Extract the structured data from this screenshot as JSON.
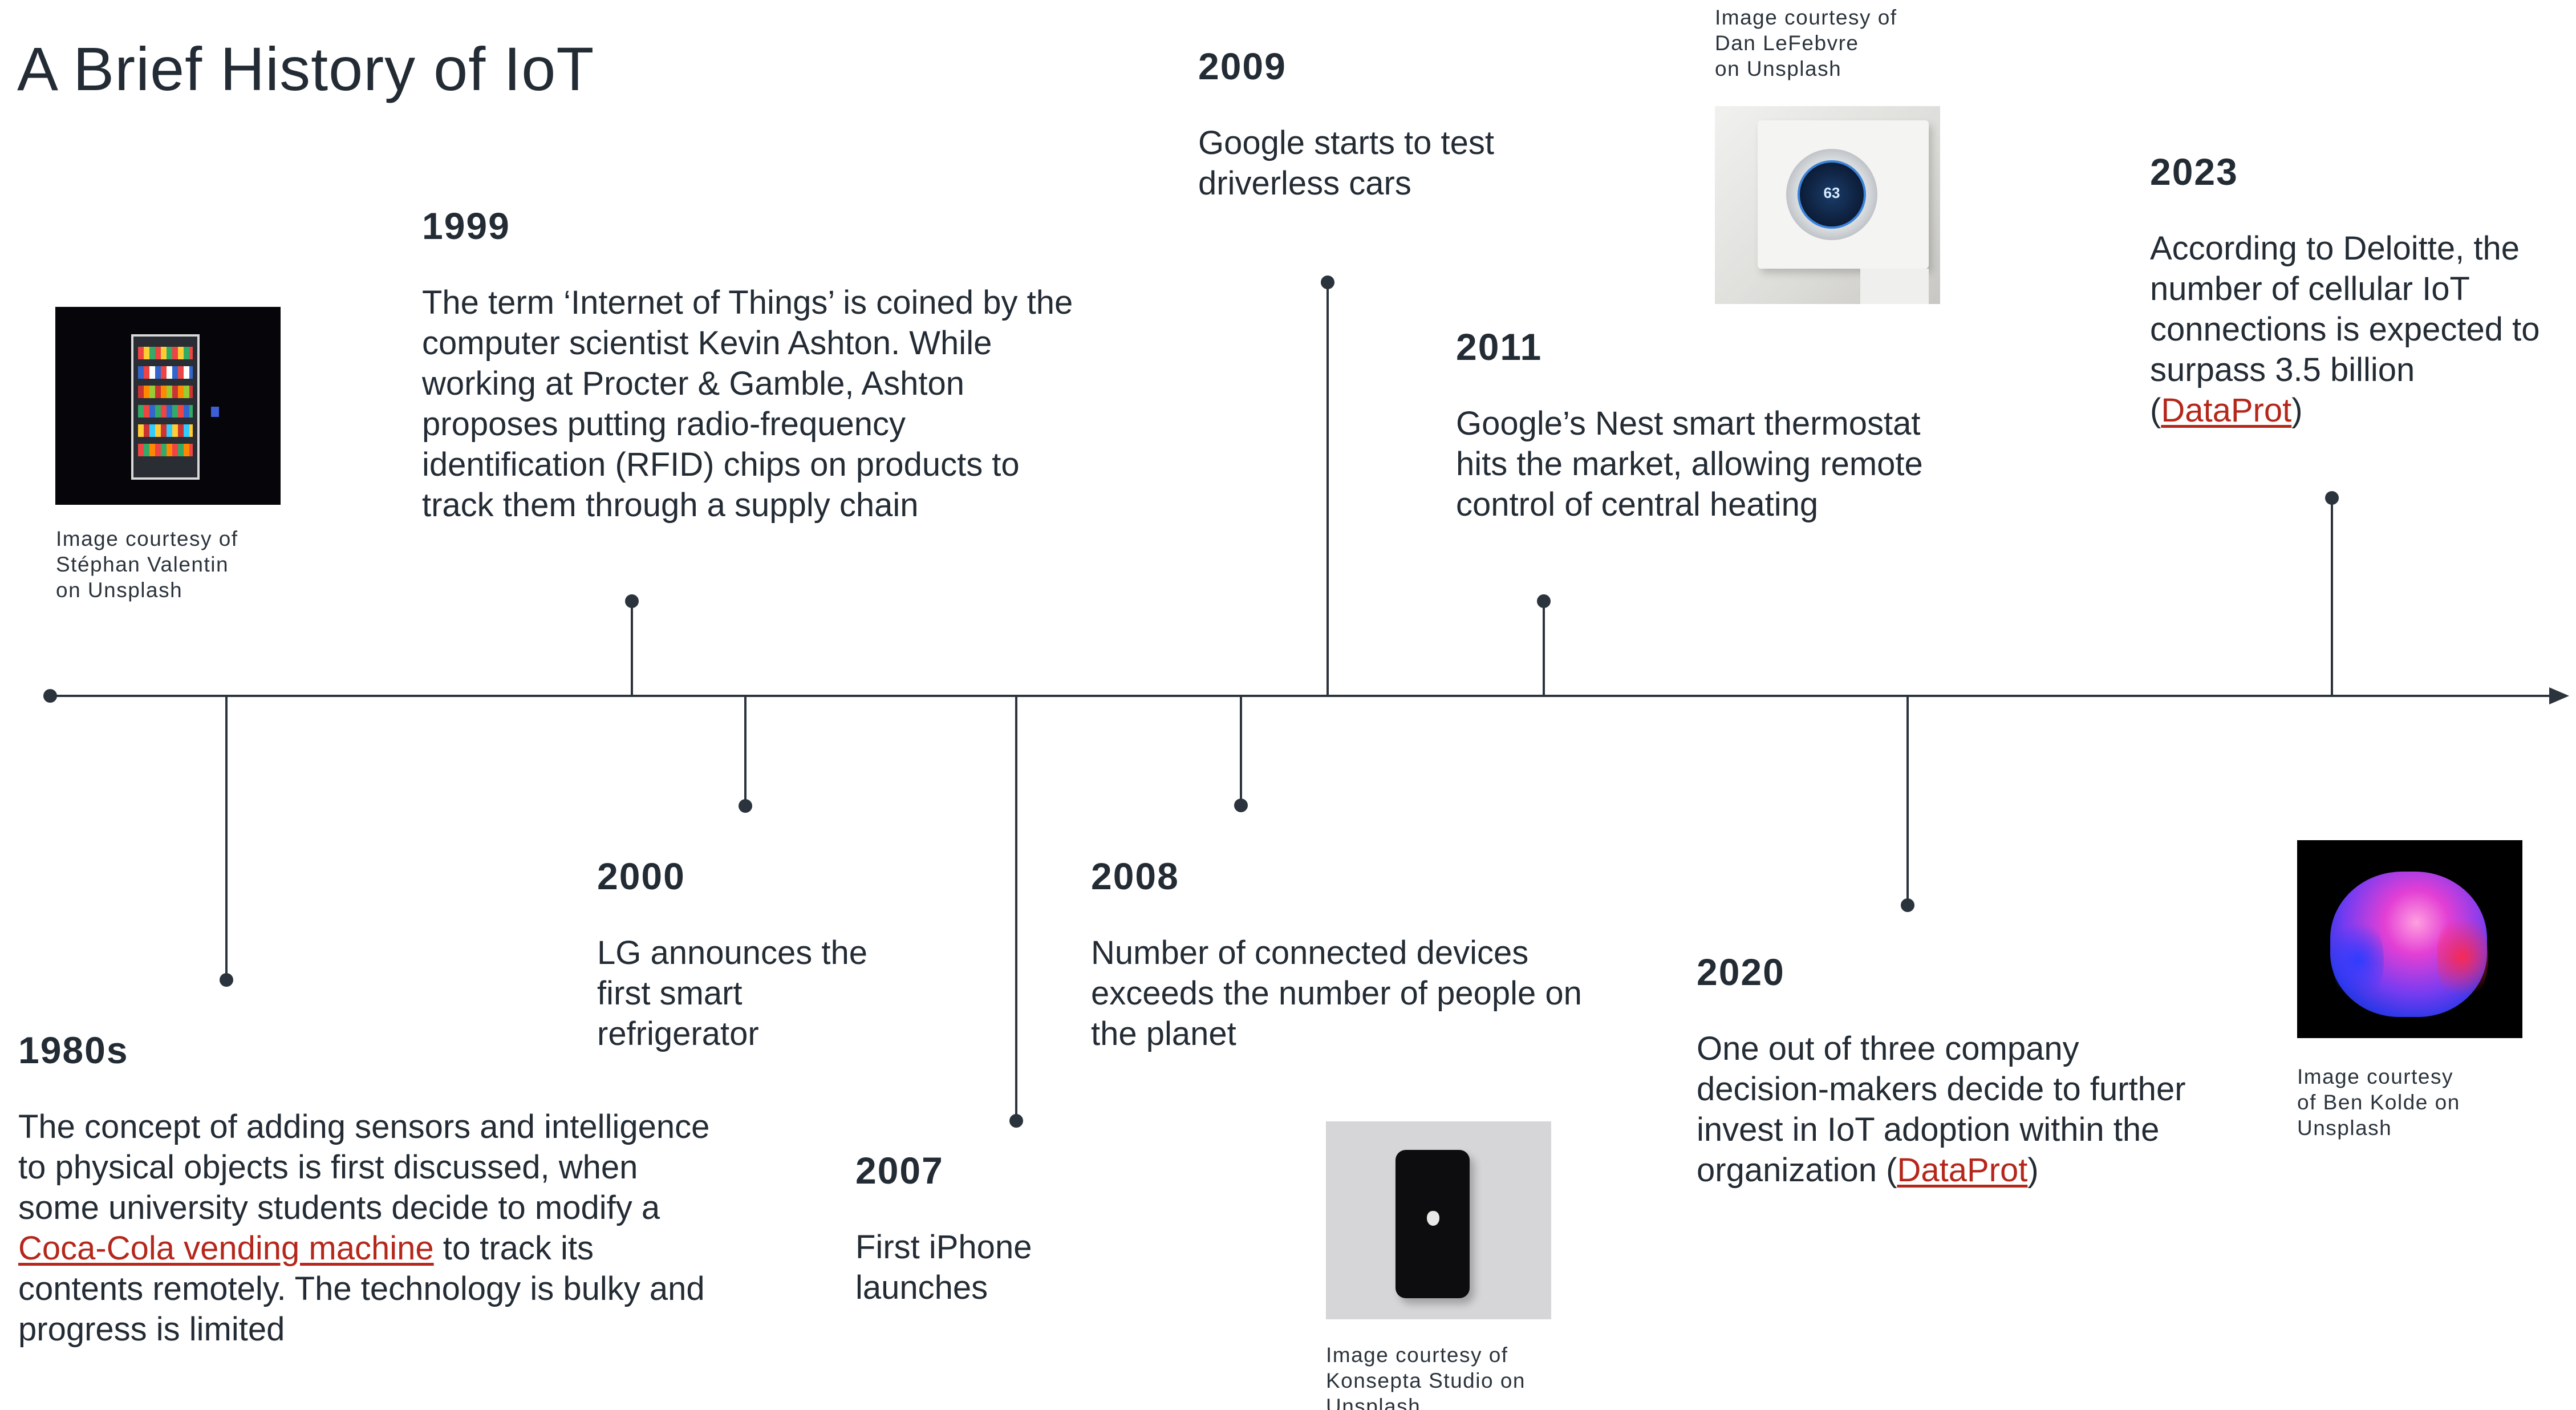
{
  "title": "A Brief History of IoT",
  "colors": {
    "text": "#232b34",
    "line": "#2b333c",
    "link": "#b5271b"
  },
  "events": [
    {
      "id": "1980s",
      "year": "1980s",
      "text_before": "The concept of adding sensors and intelligence to physical objects is first discussed, when some university students decide to modify a ",
      "link": "Coca-Cola vending machine",
      "text_after": " to track its contents remotely. The technology is bulky and progress is limited",
      "photo_icon": "vending-machine-photo",
      "credit": [
        "Image courtesy of",
        "Stéphan Valentin",
        "on Unsplash"
      ]
    },
    {
      "id": "1999",
      "year": "1999",
      "text": "The term ‘Internet of Things’ is coined by the computer scientist Kevin Ashton. While working at Procter & Gamble, Ashton proposes putting radio-frequency identification (RFID) chips on products to track them through a supply chain"
    },
    {
      "id": "2000",
      "year": "2000",
      "text": "LG announces the first smart refrigerator"
    },
    {
      "id": "2007",
      "year": "2007",
      "text": "First iPhone launches"
    },
    {
      "id": "2008",
      "year": "2008",
      "text": "Number of connected devices exceeds the number of people on the planet",
      "photo_icon": "iphone-photo",
      "credit": [
        "Image courtesy of",
        "Konsepta Studio on",
        "Unsplash"
      ]
    },
    {
      "id": "2009",
      "year": "2009",
      "text": "Google starts to test driverless cars"
    },
    {
      "id": "2011",
      "year": "2011",
      "text": "Google’s Nest smart thermostat hits the market, allowing remote control of central heating",
      "photo_icon": "thermostat-photo",
      "thermostat_reading": "63",
      "credit": [
        "Image courtesy of",
        "Dan LeFebvre",
        "on Unsplash"
      ]
    },
    {
      "id": "2020",
      "year": "2020",
      "text_before": "One out of three company decision-makers decide to further invest in IoT adoption within the organization (",
      "link": "DataProt",
      "text_after": ")"
    },
    {
      "id": "2023",
      "year": "2023",
      "text_before": "According to Deloitte, the number of cellular IoT connections is expected to surpass 3.5 billion (",
      "link": "DataProt",
      "text_after": ")",
      "photo_icon": "smart-speaker-photo",
      "credit": [
        "Image courtesy",
        "of Ben Kolde on",
        "Unsplash"
      ]
    }
  ]
}
